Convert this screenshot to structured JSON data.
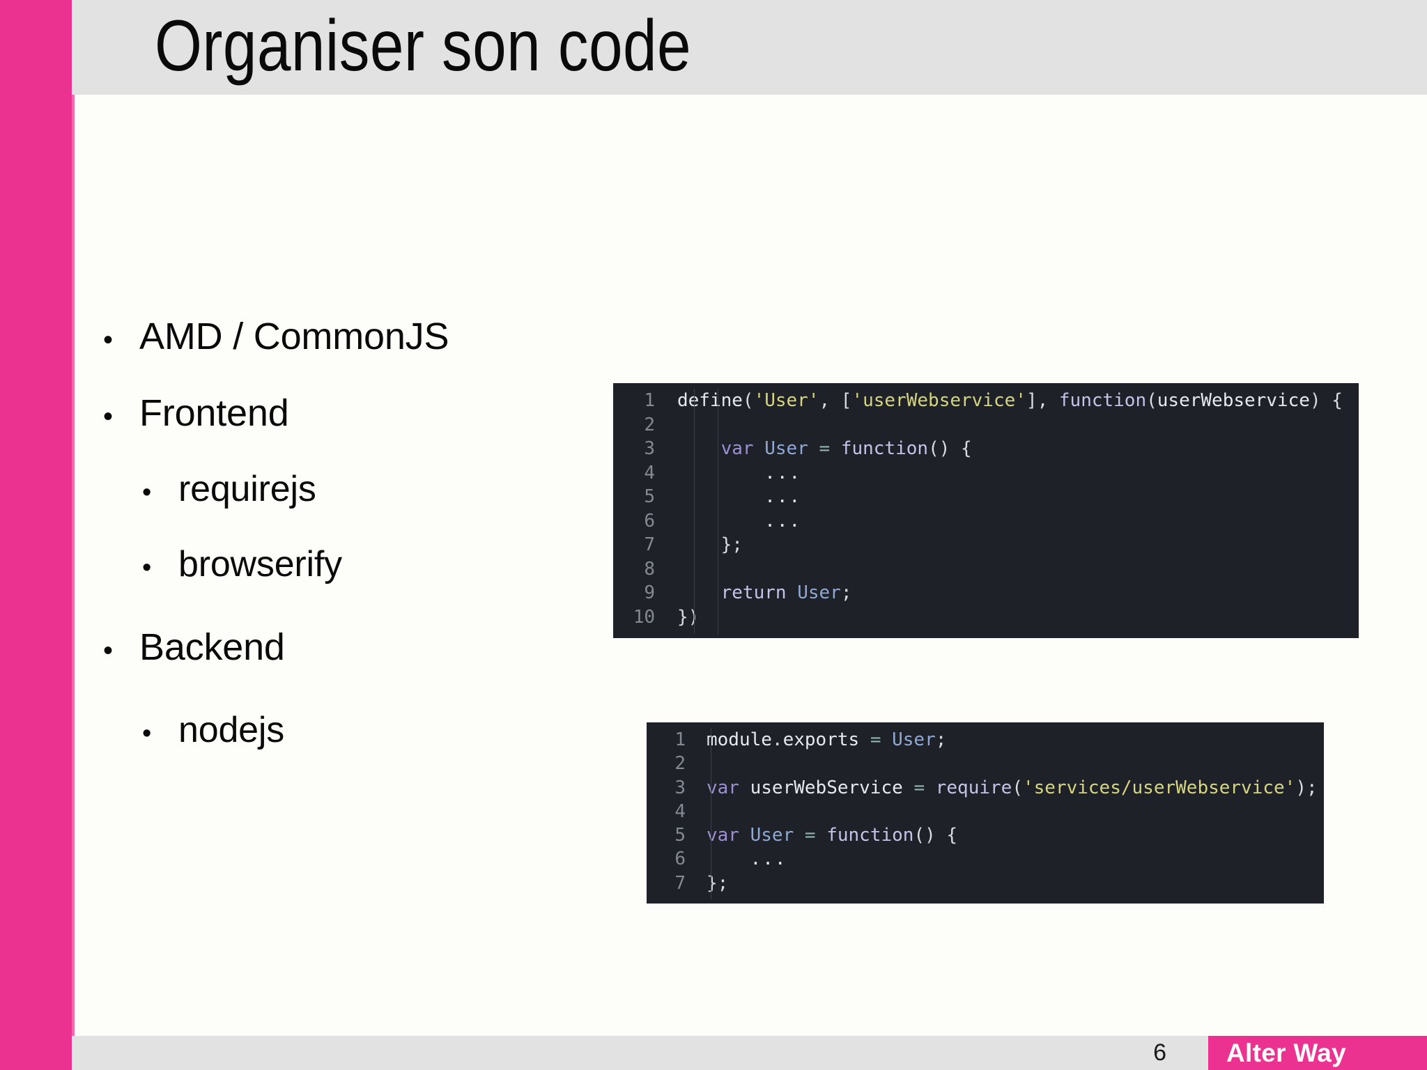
{
  "slide": {
    "title": "Organiser son code",
    "page_number": "6",
    "accent_color": "#EC3291",
    "header_bg": "#E2E2E2",
    "body_bg": "#FDFDFA"
  },
  "bullets": [
    {
      "level": 1,
      "text": "AMD / CommonJS",
      "marker": "•"
    },
    {
      "level": 1,
      "text": "Frontend",
      "marker": "•"
    },
    {
      "level": 2,
      "text": "requirejs",
      "marker": "•"
    },
    {
      "level": 2,
      "text": "browserify",
      "marker": "•"
    },
    {
      "level": 1,
      "text": "Backend",
      "marker": "•"
    },
    {
      "level": 2,
      "text": "nodejs",
      "marker": "•"
    }
  ],
  "code_blocks": [
    {
      "name": "amd-define-example",
      "background": "#1E2128",
      "gutter": [
        "1",
        "2",
        "3",
        "4",
        "5",
        "6",
        "7",
        "8",
        "9",
        "10"
      ],
      "lines": [
        "define('User', ['userWebservice'], function(userWebservice) {",
        "",
        "    var User = function() {",
        "        ...",
        "        ...",
        "        ...",
        "    };",
        "",
        "    return User;",
        "})"
      ]
    },
    {
      "name": "commonjs-module-example",
      "background": "#1E2128",
      "gutter": [
        "1",
        "2",
        "3",
        "4",
        "5",
        "6",
        "7"
      ],
      "lines": [
        "module.exports = User;",
        "",
        "var userWebService = require('services/userWebservice');",
        "",
        "var User = function() {",
        "    ...",
        "};"
      ]
    }
  ],
  "logo": {
    "text": "Alter Way",
    "background": "#EC3291",
    "text_color": "#FFFFFF"
  }
}
